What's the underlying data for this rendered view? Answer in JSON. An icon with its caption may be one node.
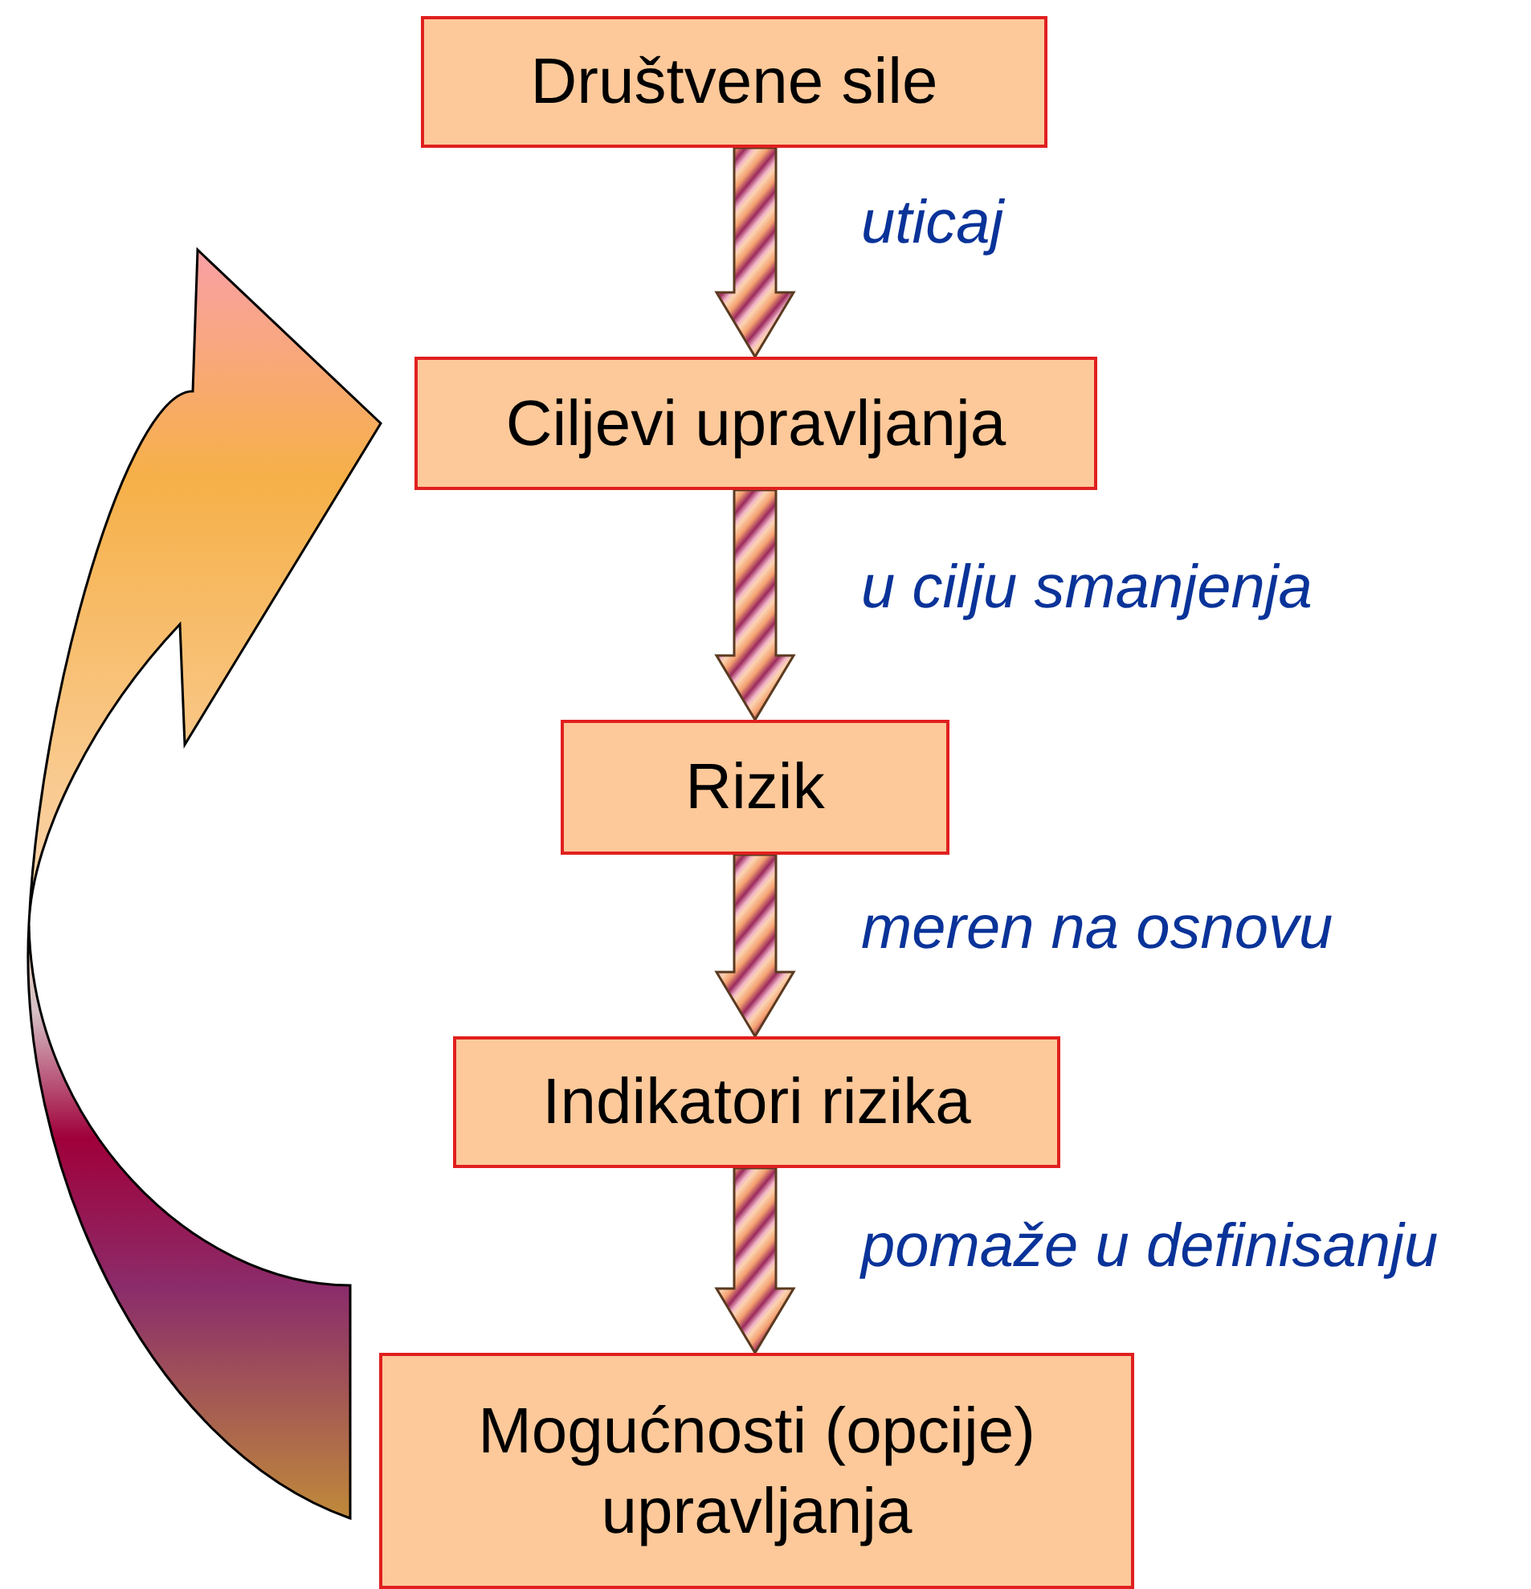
{
  "diagram": {
    "nodes": [
      {
        "text": [
          "Društvene sile"
        ]
      },
      {
        "text": [
          "Ciljevi upravljanja"
        ]
      },
      {
        "text": [
          "Rizik"
        ]
      },
      {
        "text": [
          "Indikatori rizika"
        ]
      },
      {
        "text": [
          "Mogućnosti (opcije) upravljanja"
        ]
      }
    ],
    "edges": [
      {
        "from": 0,
        "to": 1,
        "arrow": "to",
        "label": "uticaj"
      },
      {
        "from": 1,
        "to": 2,
        "arrow": "to",
        "label": "u cilju smanjenja"
      },
      {
        "from": 2,
        "to": 3,
        "arrow": "to",
        "label": "meren na osnovu"
      },
      {
        "from": 3,
        "to": 4,
        "arrow": "to",
        "label": "pomaže u definisanju"
      },
      {
        "from": 4,
        "to": 1,
        "arrow": "to"
      }
    ]
  }
}
